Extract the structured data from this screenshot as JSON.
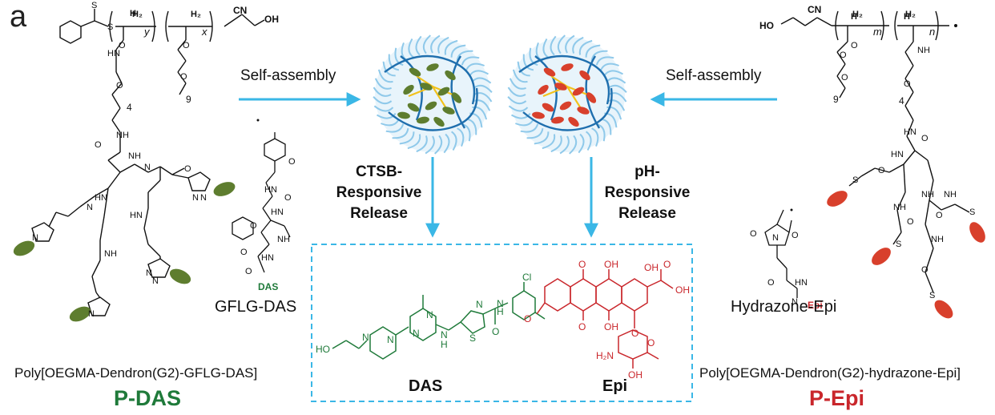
{
  "panel_label": "a",
  "left": {
    "self_assembly": "Self-assembly",
    "release_lines": [
      "CTSB-",
      "Responsive",
      "Release"
    ],
    "peptide_label": "GFLG-DAS",
    "peptide_drug_tag": "DAS",
    "polymer_name": "Poly[OEGMA-Dendron(G2)-GFLG-DAS]",
    "short_name": "P-DAS",
    "repeat_x": "x",
    "repeat_y": "y",
    "repeat_oe_big": "9",
    "repeat_oe_small": "4",
    "nitrile": "CN",
    "acid": "OH",
    "h2": "H₂"
  },
  "right": {
    "self_assembly": "Self-assembly",
    "release_lines": [
      "pH-",
      "Responsive",
      "Release"
    ],
    "linker_label": "Hydrazone-Epi",
    "linker_drug_tag": "Epi",
    "polymer_name": "Poly[OEGMA-Dendron(G2)-hydrazone-Epi]",
    "short_name": "P-Epi",
    "repeat_m": "m",
    "repeat_n": "n",
    "repeat_oe_big": "9",
    "repeat_oe_small": "4",
    "nitrile": "CN",
    "acid": "HO",
    "h2": "H₂"
  },
  "drugs": {
    "das_label": "DAS",
    "epi_label": "Epi",
    "das_atoms": [
      "HO",
      "N",
      "N",
      "N",
      "N",
      "H",
      "N",
      "S",
      "N",
      "H",
      "O",
      "Cl"
    ],
    "epi_atoms": [
      "O",
      "OH",
      "OH",
      "O",
      "O",
      "OH",
      "O",
      "OH",
      "OH",
      "H₂N",
      "O"
    ]
  },
  "colors": {
    "das_green": "#1f7a3a",
    "epi_red": "#c9262b",
    "arrow_blue": "#3ab7e6",
    "micelle_light": "#8fc9ea",
    "micelle_dark": "#1f6fae",
    "crosslink_yellow": "#f2c21b",
    "green_payload": "#5e7d2f",
    "red_payload": "#d8402c",
    "dashed_box": "#3ab7e6"
  }
}
